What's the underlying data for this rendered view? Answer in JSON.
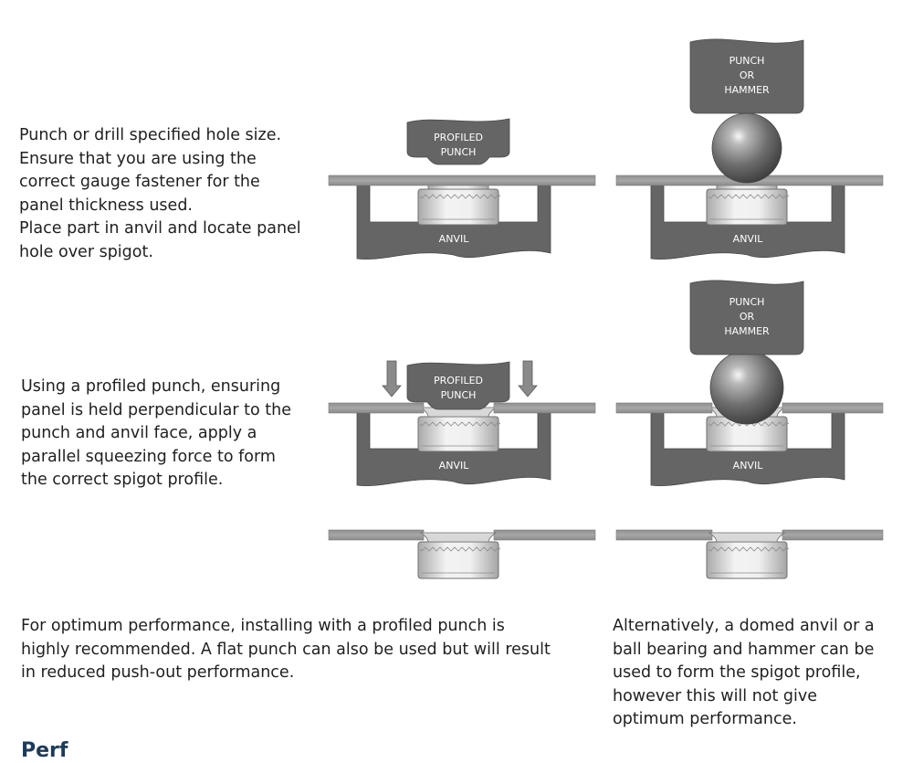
{
  "step1": {
    "lines": [
      "Punch or drill specified hole size.",
      "Ensure that you are using the",
      "correct gauge fastener for the",
      "panel thickness used.",
      "Place part in anvil and locate panel",
      "hole over spigot."
    ]
  },
  "step2": {
    "lines": [
      "Using a profiled punch, ensuring",
      "panel is held perpendicular to the",
      "punch and anvil face, apply a",
      "parallel squeezing force to form",
      "the correct spigot profile."
    ]
  },
  "note_left": {
    "lines": [
      "For optimum performance, installing with a profiled punch is",
      "highly recommended. A flat punch can also be used but will result",
      "in reduced push-out performance."
    ]
  },
  "note_right": {
    "lines": [
      "Alternatively, a domed anvil or a",
      "ball bearing and hammer can be",
      "used to form the spigot profile,",
      "however this will not give",
      "optimum performance."
    ]
  },
  "cutoff_heading": "Perf",
  "labels": {
    "profiled_punch": [
      "PROFILED",
      "PUNCH"
    ],
    "punch_or_hammer": [
      "PUNCH",
      "OR",
      "HAMMER"
    ],
    "anvil": "ANVIL"
  },
  "colors": {
    "tool": "#656565",
    "tool_edge": "#4a4a4a",
    "panel": "#9a9a9a",
    "fastener_light": "#f3f3f3",
    "fastener_dark": "#a9a9a9",
    "ball": "#5c5c5c"
  }
}
